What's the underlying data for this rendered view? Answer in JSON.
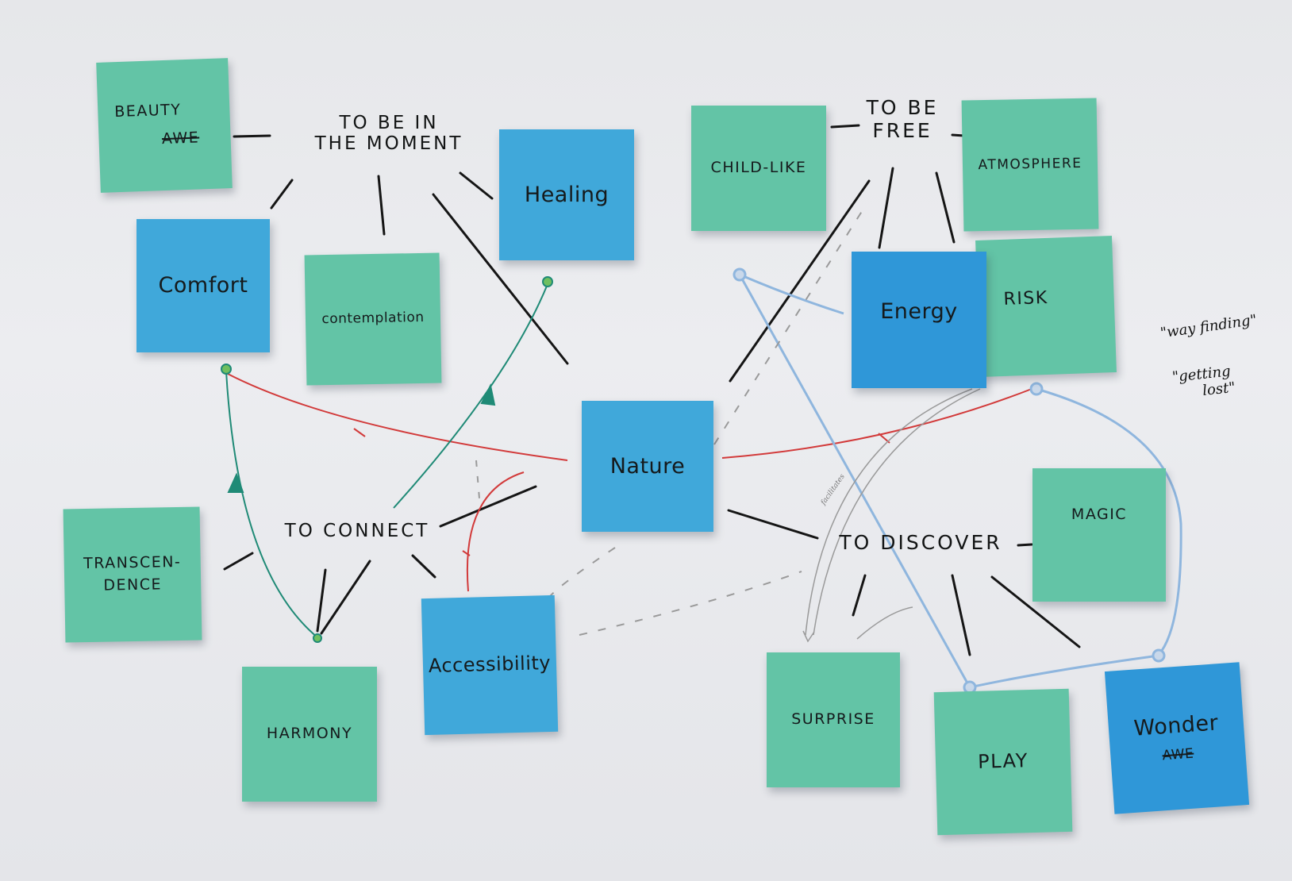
{
  "themes": {
    "moment_line1": "TO BE IN",
    "moment_line2": "THE MOMENT",
    "free_line1": "TO BE",
    "free_line2": "FREE",
    "connect": "TO CONNECT",
    "discover": "TO DISCOVER"
  },
  "notes": {
    "beauty": "BEAUTY",
    "awe": "AWE",
    "comfort": "Comfort",
    "contemplation": "contemplation",
    "healing": "Healing",
    "child_like": "CHILD-LIKE",
    "atmosphere": "ATMOSPHERE",
    "energy": "Energy",
    "risk": "RISK",
    "nature": "Nature",
    "transcendence_1": "TRANSCEN-",
    "transcendence_2": "DENCE",
    "harmony": "HARMONY",
    "accessibility": "Accessibility",
    "magic": "MAGIC",
    "surprise": "SURPRISE",
    "play": "PLAY",
    "wonder": "Wonder",
    "wonder_struck": "AWE"
  },
  "annotations": {
    "wayfinding": "\"way finding\"",
    "getting_lost_1": "\"getting",
    "getting_lost_2": "lost\"",
    "facilitates": "facilitates"
  },
  "colors": {
    "sticky_green": "#63c4a6",
    "sticky_blue": "#40a8da",
    "ink_black": "#151515",
    "ink_red": "#d23a3a",
    "ink_teal": "#1f8a76",
    "ink_lightblue": "#8fb6de",
    "ink_grey": "#9a9a9a"
  }
}
